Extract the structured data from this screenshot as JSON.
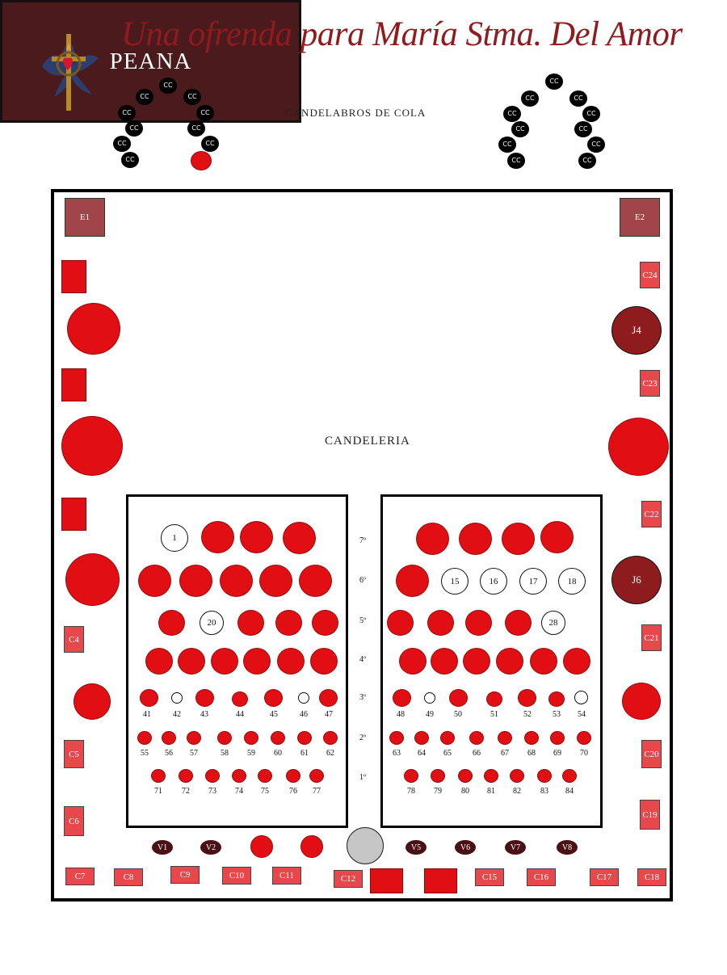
{
  "title": "Una ofrenda para María Stma. Del Amor",
  "labels": {
    "candelabros": "CANDELABROS   DE   COLA",
    "peana": "PEANA",
    "candeleria": "CANDELERIA"
  },
  "cc_label": "CC",
  "emblem_icon": "sacred-heart-crown-of-thorns-icon",
  "rows": [
    "7º",
    "6º",
    "5º",
    "4º",
    "3º",
    "2º",
    "1º"
  ],
  "left_block": {
    "white": {
      "r7": "1",
      "r5": "20"
    },
    "r3_nums": [
      "41",
      "42",
      "43",
      "44",
      "45",
      "46",
      "47"
    ],
    "r2_nums": [
      "55",
      "56",
      "57",
      "58",
      "59",
      "60",
      "61",
      "62"
    ],
    "r1_nums": [
      "71",
      "72",
      "73",
      "74",
      "75",
      "76",
      "77"
    ]
  },
  "right_block": {
    "white_r6": [
      "15",
      "16",
      "17",
      "18"
    ],
    "white_r5": "28",
    "r3_nums": [
      "48",
      "49",
      "50",
      "51",
      "52",
      "53",
      "54"
    ],
    "r2_nums": [
      "63",
      "64",
      "65",
      "66",
      "67",
      "68",
      "69",
      "70"
    ],
    "r1_nums": [
      "78",
      "79",
      "80",
      "81",
      "82",
      "83",
      "84"
    ]
  },
  "side_boxes": {
    "e1": "E1",
    "e2": "E2",
    "c4": "C4",
    "c5": "C5",
    "c6": "C6",
    "c24": "C24",
    "c23": "C23",
    "c22": "C22",
    "c21": "C21",
    "c20": "C20",
    "c19": "C19",
    "j4": "J4",
    "j6": "J6"
  },
  "bottom_boxes": [
    "C7",
    "C8",
    "C9",
    "C10",
    "C11",
    "C12",
    "C15",
    "C16",
    "C17",
    "C18"
  ],
  "velas": [
    "V1",
    "V2",
    "V5",
    "V6",
    "V7",
    "V8"
  ],
  "colors": {
    "red": "#e10f14",
    "dark_red": "#8e1c1f",
    "peana": "#4b1a1c",
    "box": "#e8474c",
    "title": "#8f1b1e"
  }
}
